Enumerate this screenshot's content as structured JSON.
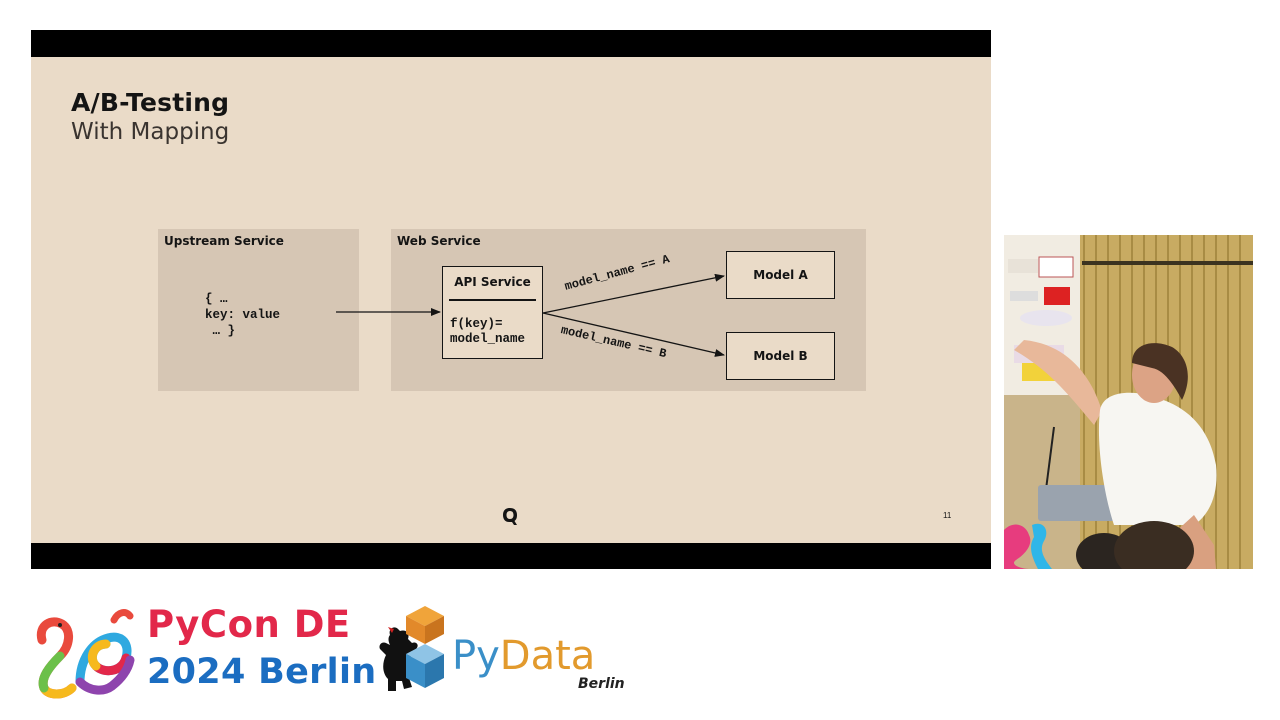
{
  "slide": {
    "title": "A/B-Testing",
    "subtitle": "With Mapping",
    "page_number": "11",
    "upstream": {
      "label": "Upstream Service",
      "payload": "{ …\nkey: value\n … }"
    },
    "web": {
      "label": "Web Service",
      "api_title": "API Service",
      "api_function": "f(key)=\nmodel_name",
      "edge_a": "model_name == A",
      "edge_b": "model_name == B",
      "model_a": "Model A",
      "model_b": "Model B"
    }
  },
  "branding": {
    "pycon_line1": "PyCon DE",
    "pycon_line2": "2024 Berlin",
    "pydata_py": "Py",
    "pydata_data": "Data",
    "pydata_city": "Berlin"
  },
  "colors": {
    "slide_bg": "#eadbc8",
    "panel_bg": "#d6c6b4",
    "pycon_red": "#e2284a",
    "pycon_blue": "#1b6dc1",
    "pydata_blue": "#3a8fc8",
    "pydata_orange": "#e29a2d"
  }
}
